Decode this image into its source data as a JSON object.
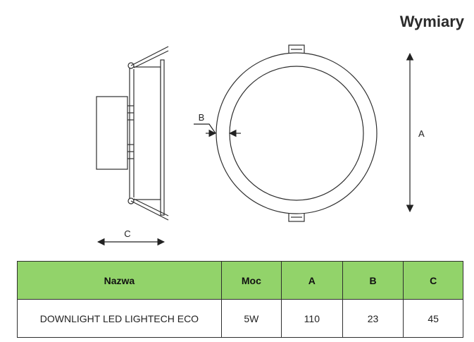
{
  "title": "Wymiary",
  "dimension_labels": {
    "a": "A",
    "b": "B",
    "c": "C"
  },
  "table": {
    "headers": [
      "Nazwa",
      "Moc",
      "A",
      "B",
      "C"
    ],
    "rows": [
      [
        "DOWNLIGHT LED LIGHTECH ECO",
        "5W",
        "110",
        "23",
        "45"
      ]
    ]
  },
  "colors": {
    "header_bg": "#92d36a",
    "line": "#2e2e2e"
  }
}
